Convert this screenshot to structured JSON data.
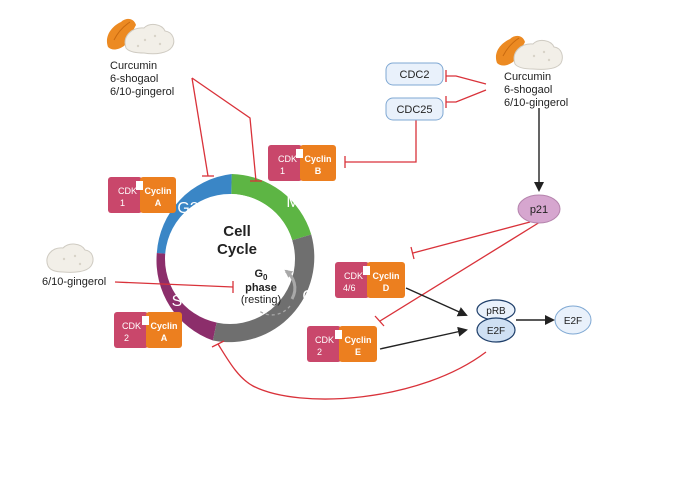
{
  "colors": {
    "inhibit": "#d9323a",
    "arrow": "#222222",
    "cdk": "#c9476b",
    "cyclin": "#ec7f1f",
    "phase_m": "#5db544",
    "phase_g2": "#3a86c6",
    "phase_s": "#8c2e6b",
    "phase_g1": "#6f6f6f",
    "box_fill": "#e9f1fb",
    "box_stroke": "#7fa8d3",
    "p21": "#d6a6cf"
  },
  "compounds": {
    "top_left": [
      "Curcumin",
      "6-shogaol",
      "6/10-gingerol"
    ],
    "top_right": [
      "Curcumin",
      "6-shogaol",
      "6/10-gingerol"
    ],
    "left": "6/10-gingerol"
  },
  "cycle": {
    "center_title": [
      "Cell",
      "Cycle"
    ],
    "phases": {
      "m": "M",
      "g2": "G2",
      "s": "S",
      "g1": "G1"
    },
    "g0": {
      "symbol": "G",
      "sub": "0",
      "word": "phase",
      "note": "(resting)"
    }
  },
  "complexes": {
    "cdk1_cyclinA": {
      "cdk": [
        "CDK",
        "1"
      ],
      "cyclin": [
        "Cyclin",
        "A"
      ]
    },
    "cdk1_cyclinB": {
      "cdk": [
        "CDK",
        "1"
      ],
      "cyclin": [
        "Cyclin",
        "B"
      ]
    },
    "cdk46_cyclinD": {
      "cdk": [
        "CDK",
        "4/6"
      ],
      "cyclin": [
        "Cyclin",
        "D"
      ]
    },
    "cdk2_cyclinE": {
      "cdk": [
        "CDK",
        "2"
      ],
      "cyclin": [
        "Cyclin",
        "E"
      ]
    },
    "cdk2_cyclinA": {
      "cdk": [
        "CDK",
        "2"
      ],
      "cyclin": [
        "Cyclin",
        "A"
      ]
    }
  },
  "nodes": {
    "cdc2": "CDC2",
    "cdc25": "CDC25",
    "p21": "p21",
    "prb": "pRB",
    "e2f_bound": "E2F",
    "e2f_free": "E2F"
  }
}
